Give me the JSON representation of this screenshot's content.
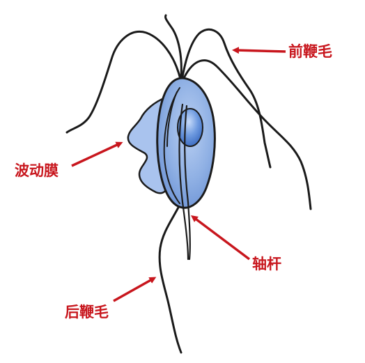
{
  "labels": {
    "anterior_flagella": "前鞭毛",
    "undulating_membrane": "波动膜",
    "axostyle": "轴杆",
    "posterior_flagellum": "后鞭毛"
  },
  "colors": {
    "label_text": "#c8161d",
    "arrow": "#c8161d",
    "body_fill": "#8fb2e6",
    "body_outline": "#1b1b1b",
    "nucleus_fill": "#5f8fd6",
    "flagella": "#1a1a1a"
  }
}
